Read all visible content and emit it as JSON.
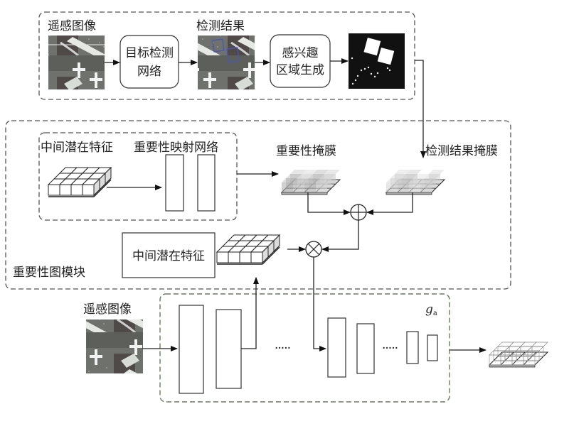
{
  "detection_branch": {
    "input_label": "遥感图像",
    "detector_box": {
      "line1": "目标检测",
      "line2": "网络"
    },
    "result_label": "检测结果",
    "roi_box": {
      "line1": "感兴趣",
      "line2": "区域生成"
    }
  },
  "importance_module": {
    "module_label": "重要性图模块",
    "latent_label": "中间潜在特征",
    "mapping_label": "重要性映射网络",
    "importance_mask_label": "重要性掩膜",
    "detection_mask_label": "检测结果掩膜",
    "latent_box_label": "中间潜在特征",
    "add_operator": "⊕",
    "multiply_operator": "⊗"
  },
  "encoder": {
    "input_label": "遥感图像",
    "name_main": "g",
    "name_sub": "a",
    "ellipsis": "·····"
  }
}
